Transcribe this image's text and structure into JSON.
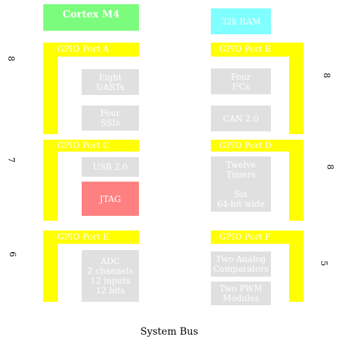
{
  "core": {
    "label": "Cortex M4",
    "color": "#7cfc7c"
  },
  "ram": {
    "label": "32k RAM",
    "color": "#7fffff"
  },
  "ports": [
    {
      "label": "GPIO Port A",
      "pin_count": "8"
    },
    {
      "label": "GPIO Port B",
      "pin_count": "8"
    },
    {
      "label": "GPIO Port C",
      "pin_count": "7"
    },
    {
      "label": "GPIO Port D",
      "pin_count": "8"
    },
    {
      "label": "GPIO Port E",
      "pin_count": "6"
    },
    {
      "label": "GPIO Port F",
      "pin_count": "5"
    }
  ],
  "peripherals": {
    "uarts": "Eight\nUARTs",
    "ssis": "Four\nSSIs",
    "i2cs": "Four\nI²Cs",
    "can": "CAN 2.0",
    "usb": "USB 2.0",
    "jtag": "JTAG",
    "timers": "Twelve\nTimers\n\nSix\n64-bit wide",
    "adc": "ADC\n2 channels\n12 inputs\n12 bits",
    "comparators": "Two Analog\nComparators",
    "pwm": "Two PWM\nModules"
  },
  "bus": {
    "label": "System Bus"
  },
  "colors": {
    "port": "#ffff00",
    "peripheral": "#e0e0e0",
    "jtag": "#ff8080"
  }
}
